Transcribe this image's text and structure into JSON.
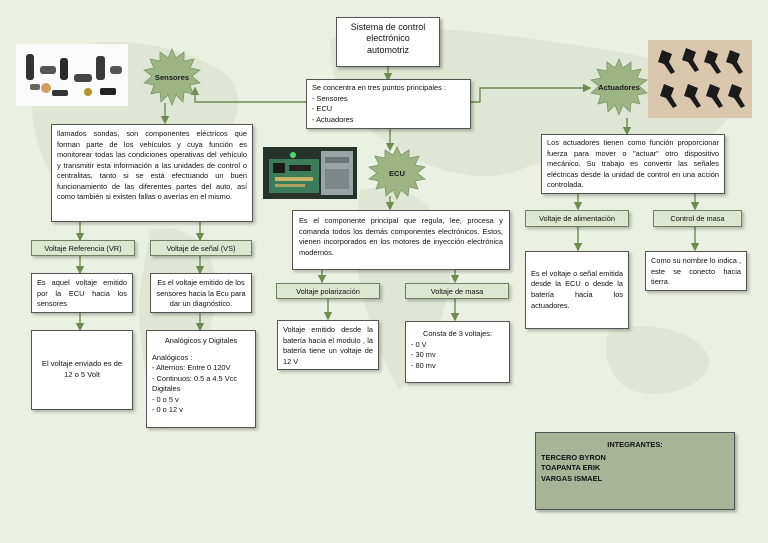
{
  "colors": {
    "background": "#eaf0e2",
    "burst": "#9db584",
    "subheader": "#dde6cf",
    "members_box": "#a7b596",
    "connector": "#6f8b52"
  },
  "title": {
    "line1": "Sistema de control",
    "line2": "electrónico",
    "line3": "automotriz"
  },
  "intro": {
    "heading": "Se concentra en tres puntos principales :",
    "items": [
      "- Sensores",
      "- ECU",
      "- Actuadores"
    ]
  },
  "nodes": {
    "sensores": "Sensores",
    "ecu": "ECU",
    "actuadores": "Actuadores"
  },
  "sensores": {
    "description": "llamados sondas, son componentes eléctricos que forman parte de los vehículos y cuya función es monitorear todas las condiciones operativas del vehículo y transmitir esta información a las unidades de control o centralitas, tanto si se está efectuando un buen funcionamiento de las diferentes partes del auto, así como también si existen fallas o averías en el mismo.",
    "vr_label": "Voltaje Referencia (VR)",
    "vs_label": "Voltaje de señal (VS)",
    "vr_desc": "Es aquel voltaje emitido por la ECU hacia los sensores",
    "vs_desc": "Es el voltaje emitido de los sensores hacia la Ecu para dar un diagnóstico.",
    "vr_value": "El voltaje enviado es de 12 o 5 Volt",
    "signals": {
      "title": "Analógicos y Digitales",
      "lines": [
        "Analógicos :",
        "- Alternos: Entre 0  120V",
        "- Continuos: 0.5 a 4.5 Vcc",
        "Digitales",
        "- 0 o 5 v",
        "- 0 o 12 v"
      ]
    }
  },
  "ecu": {
    "description": "Es el componente principal que regula, lee, procesa y comanda todos los demás componentes electrónicos. Estos, vienen incorporados en los motores de inyección electrónica modernos.",
    "polar_label": "Voltaje polarización",
    "masa_label": "Voltaje de masa",
    "polar_desc": "Voltaje emitido desde la batería hacia el modulo , la batería tiene un voltaje de 12 V",
    "masa_title": "Consta de 3 voltajes:",
    "masa_items": [
      "- 0 V",
      "- 30 mv",
      "- 80 mv"
    ]
  },
  "actuadores": {
    "description": "Los actuadores tienen como función proporcionar fuerza para mover o \"actuar\" otro dispositivo mecánico. Su trabajo es convertir las señales eléctricas desde la unidad de control en una acción controlada.",
    "alim_label": "Voltaje de alimentación",
    "masa_label": "Control de masa",
    "alim_desc": "Es el voltaje o señal emitida desde la ECU o desde la batería hacia los actuadores.",
    "masa_desc": "Como su nombre lo indica , este se conecto hacia tierra."
  },
  "members": {
    "heading": "INTEGRANTES:",
    "names": [
      "TERCERO BYRON",
      "TOAPANTA ERIK",
      "VARGAS ISMAEL"
    ]
  }
}
